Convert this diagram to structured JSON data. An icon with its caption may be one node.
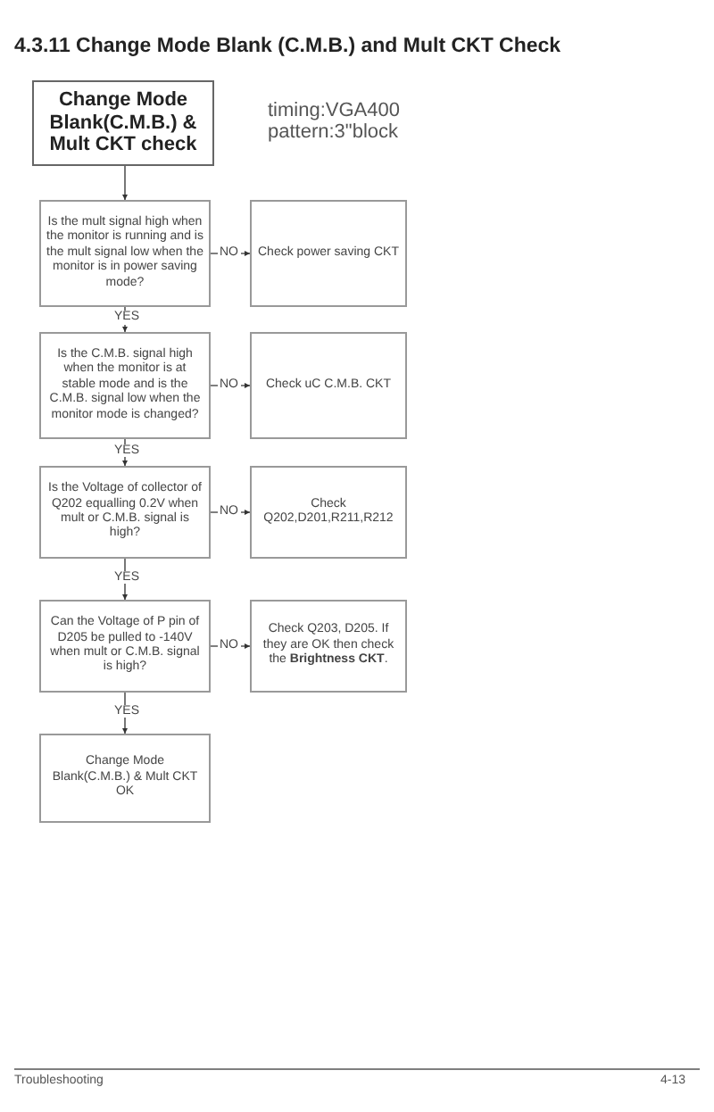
{
  "diagram": {
    "title": "4.3.11 Change Mode Blank (C.M.B.) and Mult CKT Check",
    "nodes": [
      {
        "text": [
          "Change Mode Blank(C.M.B.) & Mult CKT check"
        ]
      },
      {
        "text": [
          "Is the mult signal high when the monitor is running and is the mult signal low when the monitor is in power saving mode?"
        ]
      },
      {
        "text": [
          "Check power saving CKT"
        ]
      },
      {
        "text": [
          "Is the C.M.B. signal high when the monitor is at stable mode and is the C.M.B. signal low when the monitor mode is changed?"
        ]
      },
      {
        "text": [
          "Check uC C.M.B. CKT"
        ]
      },
      {
        "text": [
          "Is the Voltage of collector of Q202 equalling 0.2V when mult or C.M.B. signal is high?"
        ]
      },
      {
        "text": [
          "Check Q202,D201,R211,R212"
        ]
      },
      {
        "text": [
          "Can the Voltage of P pin of D205 be pulled to -140V when mult or C.M.B. signal is high?"
        ]
      },
      {
        "text": [
          "Check Q203, D205. If they are OK then check the **Brightness CKT**."
        ]
      },
      {
        "text": [
          "Change Mode Blank(C.M.B.) & Mult CKT OK"
        ]
      }
    ],
    "edges": [
      {
        "from": 0,
        "to": 1,
        "arrow": "to"
      },
      {
        "from": 1,
        "to": 2,
        "arrow": "to",
        "label": "NO"
      },
      {
        "from": 1,
        "to": 3,
        "arrow": "to",
        "label": "YES"
      },
      {
        "from": 3,
        "to": 4,
        "arrow": "to",
        "label": "NO"
      },
      {
        "from": 3,
        "to": 5,
        "arrow": "to",
        "label": "YES"
      },
      {
        "from": 5,
        "to": 6,
        "arrow": "to",
        "label": "NO"
      },
      {
        "from": 5,
        "to": 7,
        "arrow": "to",
        "label": "YES"
      },
      {
        "from": 7,
        "to": 8,
        "arrow": "to",
        "label": "NO"
      },
      {
        "from": 7,
        "to": 9,
        "arrow": "to",
        "label": "YES"
      }
    ],
    "labels": [
      "timing:VGA400",
      "pattern:3\"block",
      "Troubleshooting",
      "4-13"
    ]
  }
}
